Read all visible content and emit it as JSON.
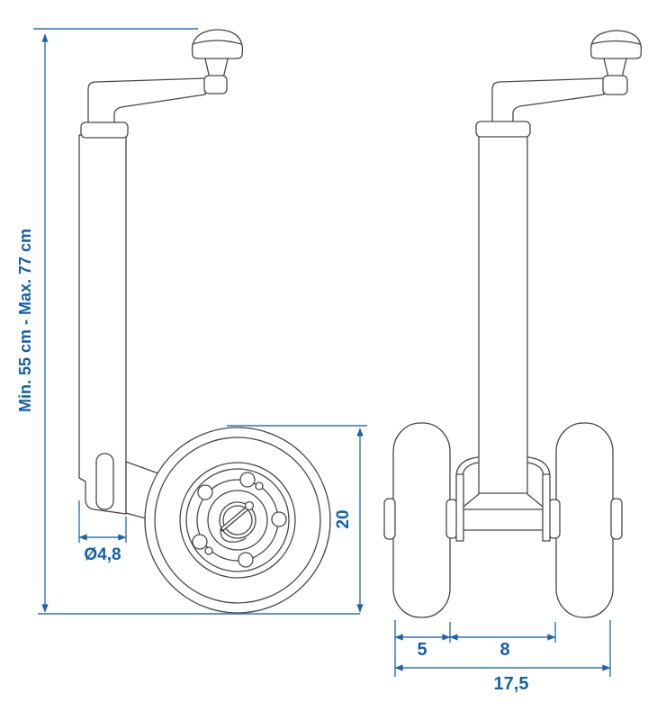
{
  "drawing": {
    "dimensions": {
      "height_range": "Min. 55 cm - Max. 77 cm",
      "tube_diameter": "Ø4,8",
      "wheel_diameter": "20",
      "single_tire_width": "5",
      "inner_track_width": "8",
      "overall_width": "17,5"
    },
    "colors": {
      "dimension_line": "#2f72b2",
      "dimension_text": "#1261a8",
      "outline": "#474747",
      "background": "#ffffff"
    }
  }
}
